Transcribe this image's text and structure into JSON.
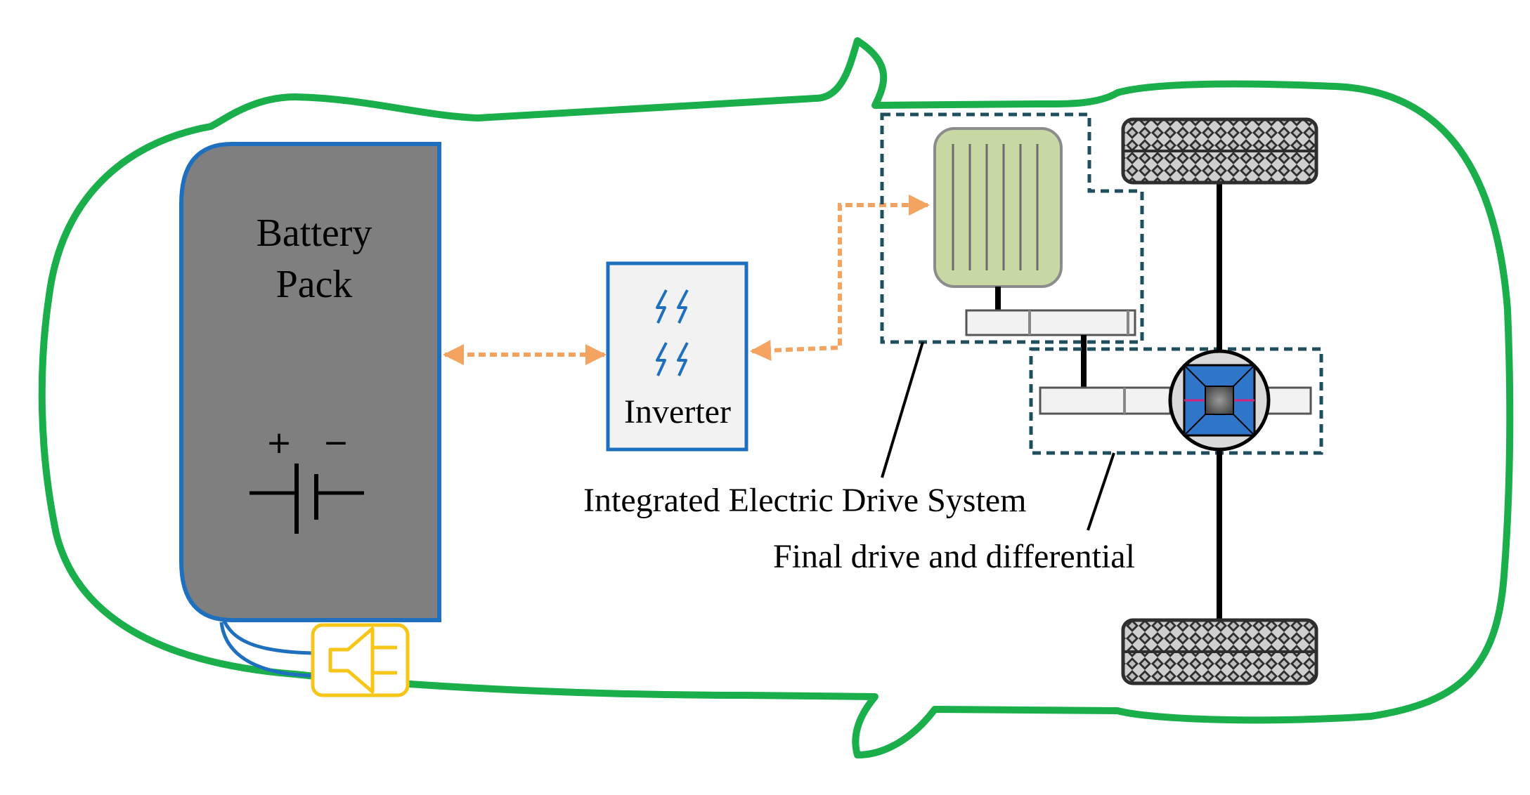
{
  "labels": {
    "battery_line1": "Battery",
    "battery_line2": "Pack",
    "inverter": "Inverter",
    "integrated_drive": "Integrated Electric Drive System",
    "final_drive": "Final drive and differential",
    "plus": "+",
    "minus": "−"
  },
  "colors": {
    "car_outline": "#1aaf4b",
    "battery_fill": "#7f7f7f",
    "battery_border": "#1f6fbf",
    "inverter_border": "#1f6fbf",
    "inverter_fill": "#f2f2f2",
    "flow_arrow": "#f4a460",
    "motor_fill": "#c8d8a4",
    "dashed_box": "#1f4e5f",
    "charger": "#f5c518",
    "tire": "#3a3a3a"
  },
  "icons": {
    "battery": "battery-symbol-icon",
    "inverter": "lightning-icon",
    "charger": "charging-plug-icon",
    "motor": "electric-motor-icon",
    "differential": "differential-icon",
    "tire": "tire-icon"
  }
}
